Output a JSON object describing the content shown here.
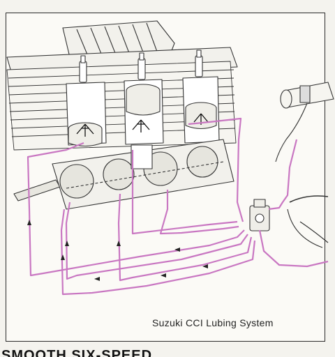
{
  "caption": "Suzuki CCI Lubing System",
  "heading_fragment": "SMOOTH SIX-SPEED",
  "colors": {
    "oil_line": "#c977c2",
    "ink": "#333333",
    "paper": "#fbfaf6",
    "frame": "#2a2a2a"
  },
  "components": [
    "cylinder-head",
    "cooling-fins",
    "spark-plugs",
    "pistons",
    "crankshaft",
    "oil-pump",
    "oil-lines",
    "throttle-grip",
    "oil-tank"
  ]
}
